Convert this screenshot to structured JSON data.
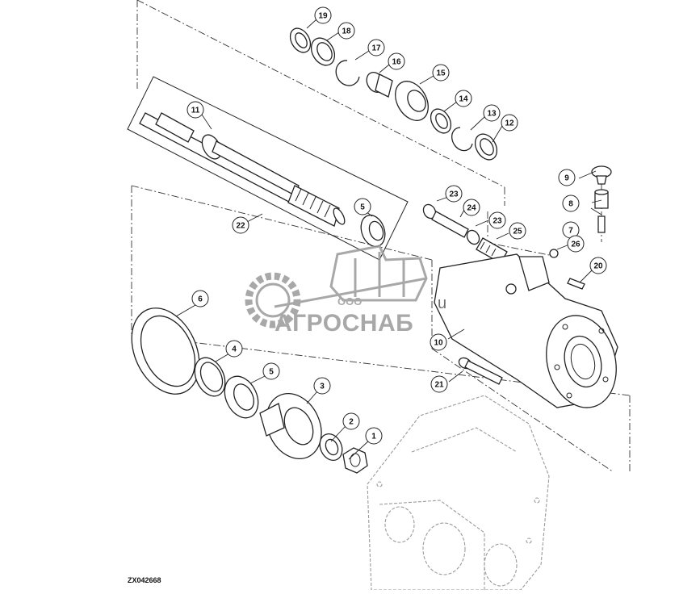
{
  "figure": {
    "code": "ZX042668"
  },
  "callouts": [
    {
      "label": "1"
    },
    {
      "label": "2"
    },
    {
      "label": "3"
    },
    {
      "label": "4"
    },
    {
      "label": "5"
    },
    {
      "label": "5"
    },
    {
      "label": "6"
    },
    {
      "label": "7"
    },
    {
      "label": "8"
    },
    {
      "label": "9"
    },
    {
      "label": "10"
    },
    {
      "label": "11"
    },
    {
      "label": "12"
    },
    {
      "label": "13"
    },
    {
      "label": "14"
    },
    {
      "label": "15"
    },
    {
      "label": "16"
    },
    {
      "label": "17"
    },
    {
      "label": "18"
    },
    {
      "label": "19"
    },
    {
      "label": "20"
    },
    {
      "label": "21"
    },
    {
      "label": "22"
    },
    {
      "label": "23"
    },
    {
      "label": "23"
    },
    {
      "label": "24"
    },
    {
      "label": "25"
    },
    {
      "label": "26"
    }
  ],
  "watermark": {
    "small_text": "ООО",
    "brand_text": "АГРОСНАБ",
    "suffix": "u",
    "color": "#9a9a9a"
  }
}
